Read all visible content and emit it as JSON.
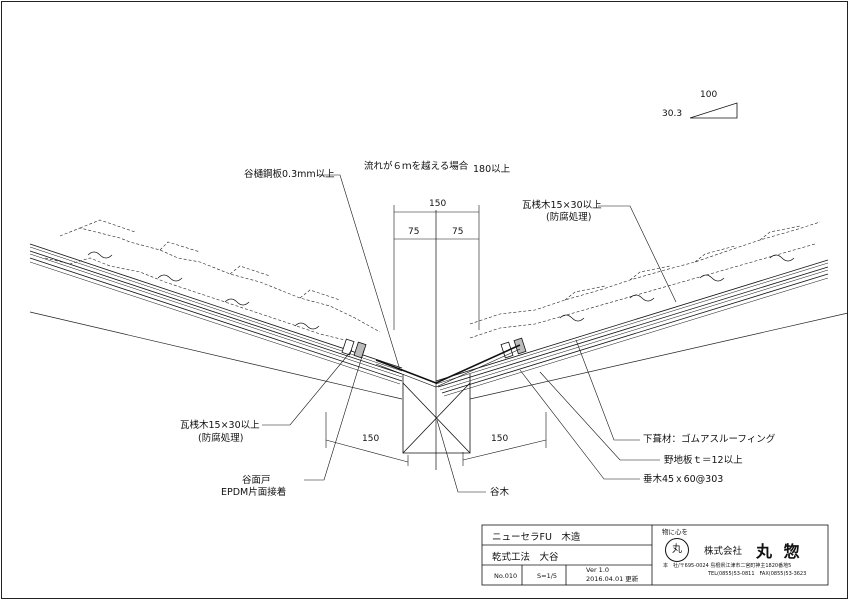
{
  "slope": {
    "run": "100",
    "rise": "30.3"
  },
  "note_flow": "流れが６ｍを越える場合",
  "note_flow_value": "180以上",
  "label_gutter_plate": "谷樋鋼板0.3mm以上",
  "label_batten_left_1": "瓦桟木15×30以上",
  "label_batten_left_2": "(防腐処理)",
  "label_batten_right_1": "瓦桟木15×30以上",
  "label_batten_right_2": "(防腐処理)",
  "label_valley_stop_1": "谷面戸",
  "label_valley_stop_2": "EPDM片面接着",
  "label_valley_rafter": "谷木",
  "label_underlay": "下葺材：ゴムアスルーフィング",
  "label_sheathing": "野地板ｔ＝12以上",
  "label_rafter": "垂木45ｘ60@303",
  "dims": {
    "top_total": "150",
    "top_left": "75",
    "top_right": "75",
    "bottom_left": "150",
    "bottom_right": "150"
  },
  "title_block": {
    "product": "ニューセラFU　木造",
    "method": "乾式工法　大谷",
    "number": "No.010",
    "scale": "S=1/5",
    "version": "Ver 1.0",
    "updated": "2016.04.01 更新",
    "motto": "物に心を",
    "seal_char": "丸",
    "company": "株式会社",
    "company_name": "丸 惣",
    "address": "本　社/〒695-0024 島根県江津市二宮町神主1820番地5",
    "contact": "TEL(0855)53-0811　FAX(0855)53-3623"
  }
}
